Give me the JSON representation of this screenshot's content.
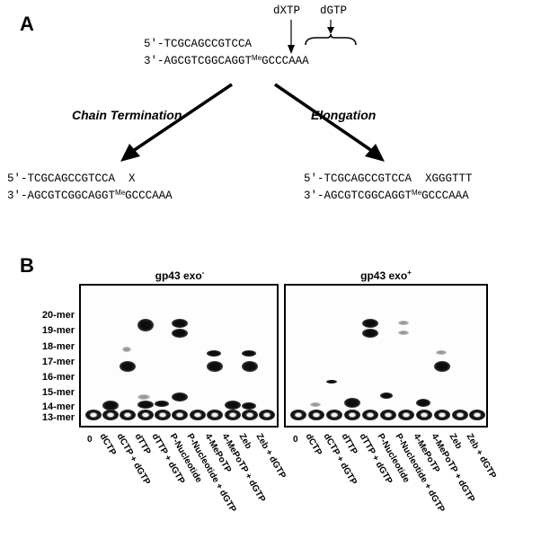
{
  "panel_a": {
    "letter": "A",
    "label_dxtp": "dXTP",
    "label_dgtp": "dGTP",
    "template_top": {
      "prefix": "5′-TCGCAGCCGTCCA"
    },
    "template_bottom": {
      "left": "3′-AGCGTCGGCAGGT",
      "me": "Me",
      "right": "GCCCAAA"
    },
    "branch_left": "Chain Termination",
    "branch_right": "Elongation",
    "ct_top": {
      "seq": "5′-TCGCAGCCGTCCA",
      "x": "X"
    },
    "ct_bottom": {
      "left": "3′-AGCGTCGGCAGGT",
      "me": "Me",
      "right": "GCCCAAA"
    },
    "el_top": {
      "seq": "5′-TCGCAGCCGTCCA",
      "x": "XGGGTTT"
    },
    "el_bottom": {
      "left": "3′-AGCGTCGGCAGGT",
      "me": "Me",
      "right": "GCCCAAA"
    }
  },
  "panel_b": {
    "letter": "B",
    "gel_left_title": {
      "base": "gp43 exo",
      "sup": "-"
    },
    "gel_right_title": {
      "base": "gp43 exo",
      "sup": "+"
    },
    "mer_labels": [
      "20-mer",
      "19-mer",
      "18-mer",
      "17-mer",
      "16-mer",
      "15-mer",
      "14-mer",
      "13-mer"
    ],
    "lanes": [
      "0",
      "dCTP",
      "dCTP + dGTP",
      "dTTP",
      "dTTP + dGTP",
      "P-Nucleotide",
      "P-Nucleotide + dGTP",
      "4-MePoTP",
      "4-MePoTP + dGTP",
      "Zeb",
      "Zeb + dGTP"
    ]
  }
}
